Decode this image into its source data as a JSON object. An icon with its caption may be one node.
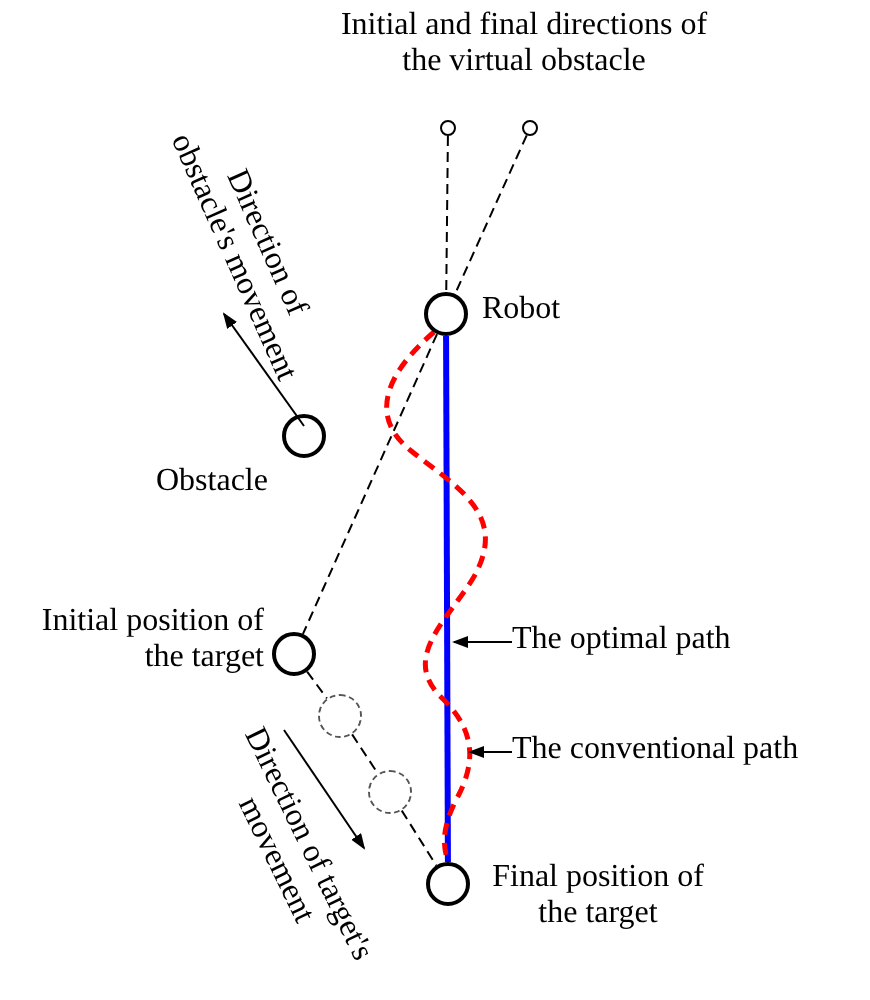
{
  "diagram": {
    "nodes": [
      {
        "text": [],
        "shape": "circle",
        "beside": [
          "Robot"
        ]
      },
      {
        "text": [],
        "shape": "circle",
        "beside": [
          "Obstacle"
        ]
      },
      {
        "text": [],
        "shape": "circle",
        "beside": [
          "Initial position of the target"
        ]
      },
      {
        "text": [],
        "shape": "circle",
        "beside": [
          "Final position of the target"
        ]
      },
      {
        "text": [],
        "shape": "circle"
      },
      {
        "text": [],
        "shape": "circle"
      },
      {
        "text": [],
        "shape": "circle"
      },
      {
        "text": [],
        "shape": "circle"
      },
      {
        "text": [
          "The optimal path"
        ]
      },
      {
        "text": [
          "The conventional path"
        ]
      }
    ],
    "edges": [
      {
        "from": 0,
        "to": 3,
        "arrow": "none",
        "style": "thick",
        "color": "#0000ff"
      },
      {
        "from": 0,
        "to": 3,
        "arrow": "none",
        "style": "dashed",
        "color": "#ff0000"
      },
      {
        "from": 4,
        "to": 0,
        "arrow": "none",
        "style": "dashed"
      },
      {
        "from": 5,
        "to": 0,
        "arrow": "none",
        "style": "dashed"
      },
      {
        "from": 0,
        "to": 2,
        "arrow": "none",
        "style": "dashed"
      },
      {
        "from": 2,
        "to": 6,
        "arrow": "none",
        "style": "dashed"
      },
      {
        "from": 6,
        "to": 7,
        "arrow": "none",
        "style": "dashed"
      },
      {
        "from": 7,
        "to": 3,
        "arrow": "none",
        "style": "dashed"
      },
      {
        "from": 8,
        "to": null,
        "arrow": "to"
      },
      {
        "from": 9,
        "to": null,
        "arrow": "to"
      }
    ],
    "labels": [
      "Initial and final directions of the virtual obstacle",
      "Direction of obstacle's movement",
      "Direction of target's movement"
    ]
  }
}
